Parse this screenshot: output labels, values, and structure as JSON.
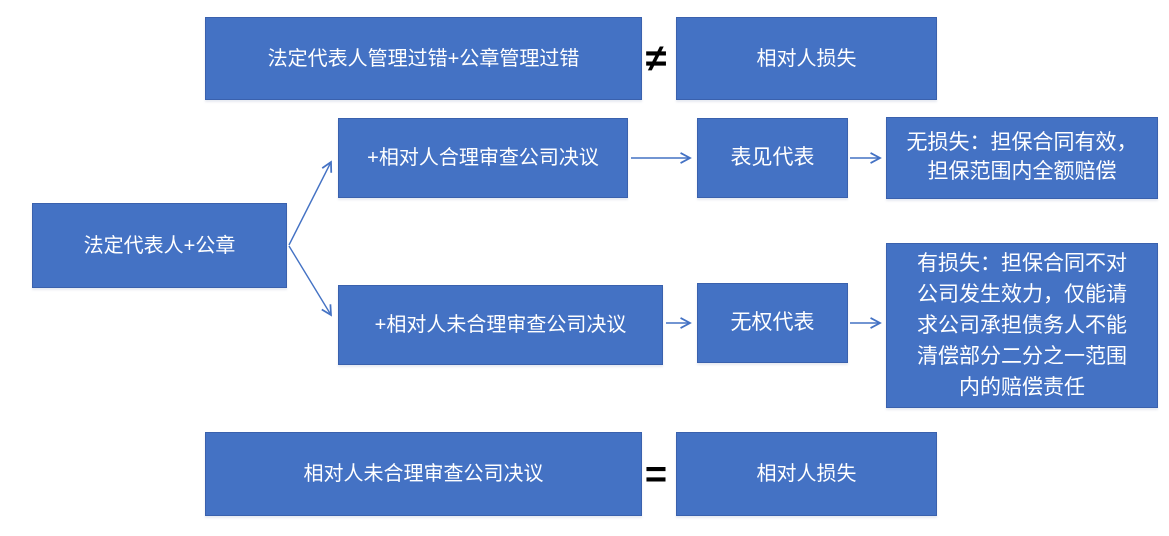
{
  "diagram": {
    "colors": {
      "box_fill": "#4472C4",
      "box_border": "#3A61AD",
      "box_text": "#FFFFFF",
      "arrow": "#4472C4",
      "operator_text": "#000000",
      "background": "#FFFFFF"
    },
    "top_row": {
      "left_box": "法定代表人管理过错+公章管理过错",
      "operator": "≠",
      "right_box": "相对人损失"
    },
    "root_box": "法定代表人+公章",
    "branches": [
      {
        "condition": "+相对人合理审查公司决议",
        "classification": "表见代表",
        "outcome": "无损失：担保合同有效，\n担保范围内全额赔偿"
      },
      {
        "condition": "+相对人未合理审查公司决议",
        "classification": "无权代表",
        "outcome": "有损失：担保合同不对\n公司发生效力，仅能请\n求公司承担债务人不能\n清偿部分二分之一范围\n内的赔偿责任"
      }
    ],
    "bottom_row": {
      "left_box": "相对人未合理审查公司决议",
      "operator": "=",
      "right_box": "相对人损失"
    }
  }
}
